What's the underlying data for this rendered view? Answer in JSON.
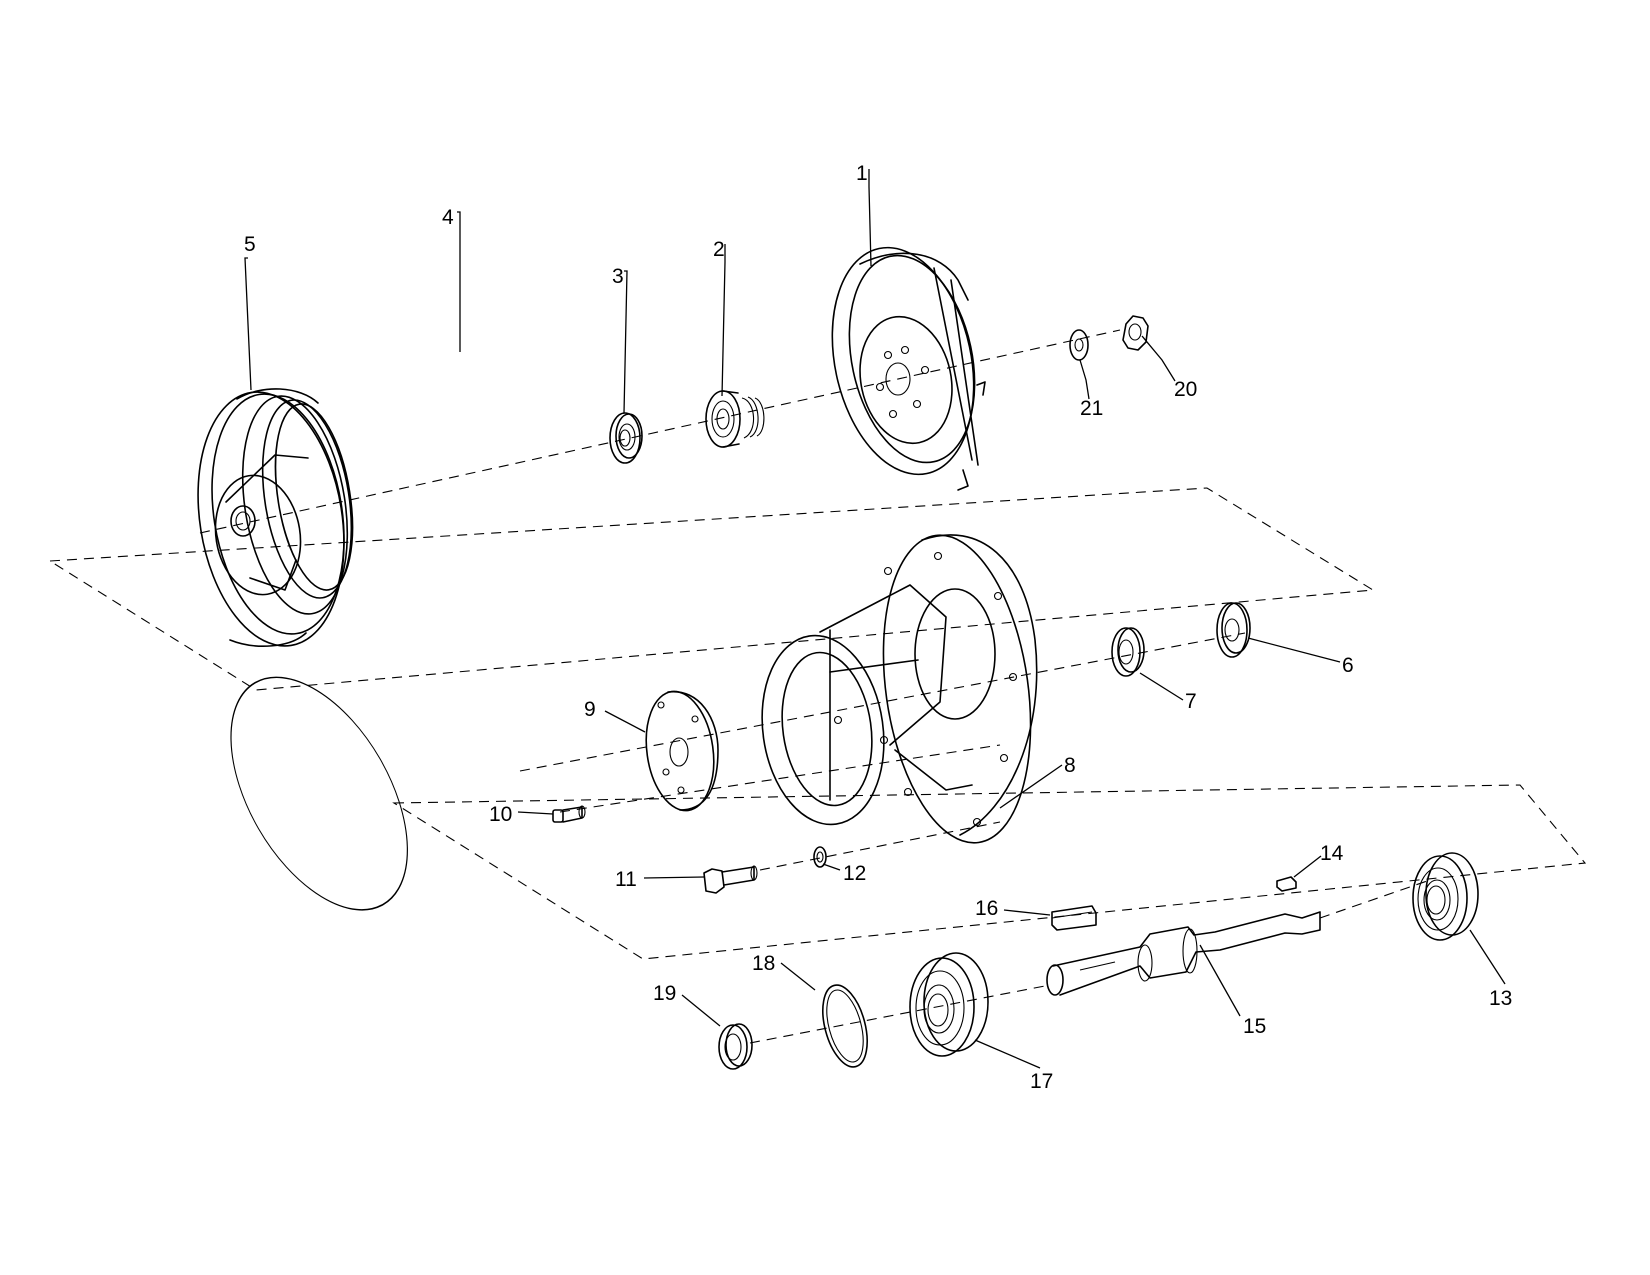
{
  "colors": {
    "line": "#000000",
    "background": "#ffffff"
  },
  "callouts": [
    {
      "id": "1",
      "label": "1"
    },
    {
      "id": "2",
      "label": "2"
    },
    {
      "id": "3",
      "label": "3"
    },
    {
      "id": "4",
      "label": "4"
    },
    {
      "id": "5",
      "label": "5"
    },
    {
      "id": "6",
      "label": "6"
    },
    {
      "id": "7",
      "label": "7"
    },
    {
      "id": "8",
      "label": "8"
    },
    {
      "id": "9",
      "label": "9"
    },
    {
      "id": "10",
      "label": "10"
    },
    {
      "id": "11",
      "label": "11"
    },
    {
      "id": "12",
      "label": "12"
    },
    {
      "id": "13",
      "label": "13"
    },
    {
      "id": "14",
      "label": "14"
    },
    {
      "id": "15",
      "label": "15"
    },
    {
      "id": "16",
      "label": "16"
    },
    {
      "id": "17",
      "label": "17"
    },
    {
      "id": "18",
      "label": "18"
    },
    {
      "id": "19",
      "label": "19"
    },
    {
      "id": "20",
      "label": "20"
    },
    {
      "id": "21",
      "label": "21"
    }
  ]
}
